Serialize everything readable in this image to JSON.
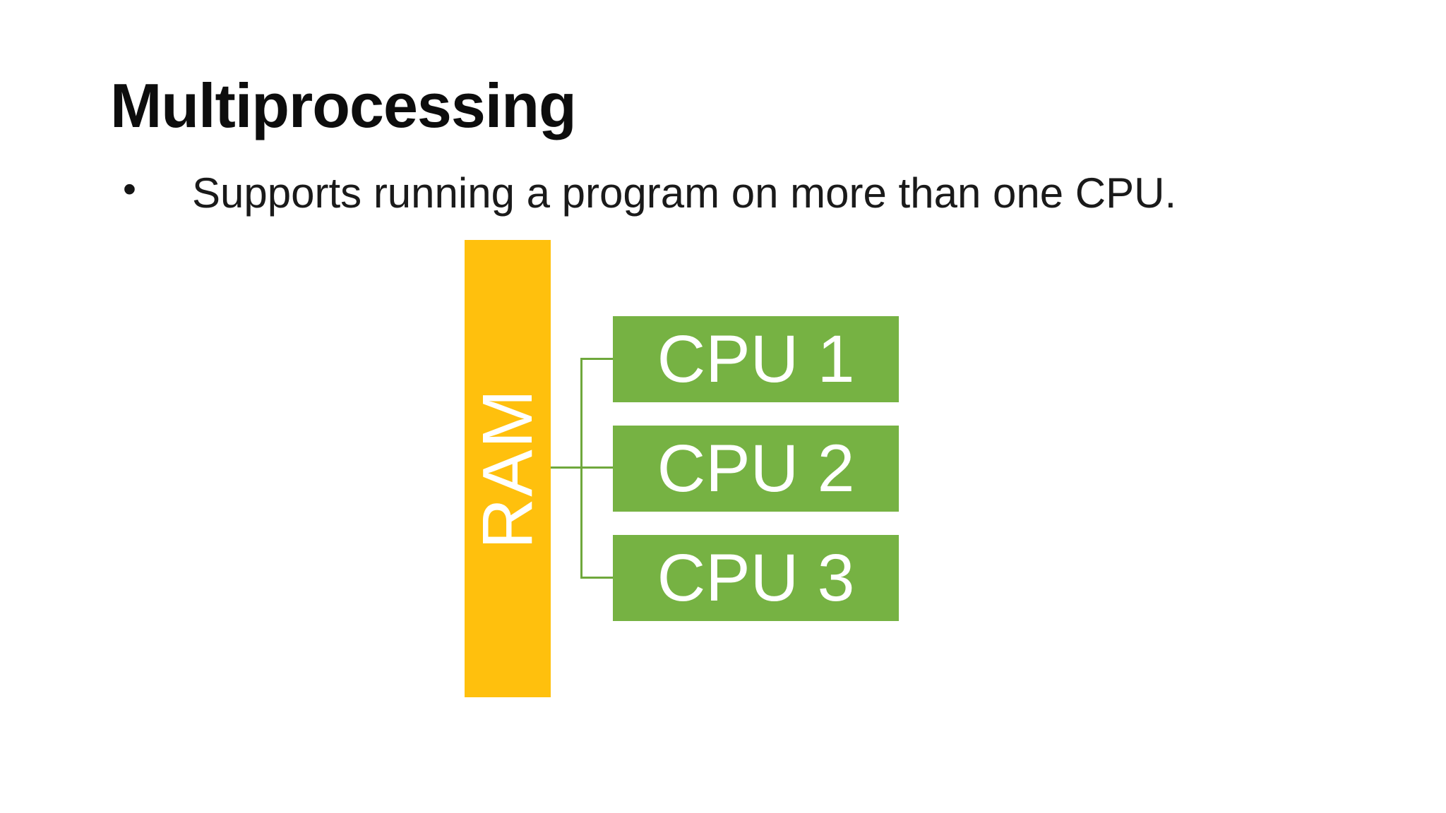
{
  "slide": {
    "title": "Multiprocessing",
    "bullet": {
      "marker": "•",
      "text": "Supports running a program on more than one CPU."
    }
  },
  "diagram": {
    "ram": {
      "label": "RAM",
      "fill_color": "#FFC00D",
      "text_color": "#FFFFFF"
    },
    "cpus": [
      {
        "label": "CPU 1"
      },
      {
        "label": "CPU 2"
      },
      {
        "label": "CPU 3"
      }
    ],
    "cpu_fill_color": "#76B243",
    "cpu_text_color": "#FFFFFF",
    "connector_color": "#6FA83C",
    "background_color": "#FFFFFF"
  }
}
